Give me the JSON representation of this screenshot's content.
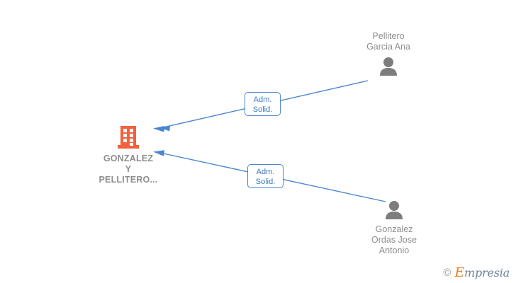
{
  "graph": {
    "type": "company-relationship-diagram",
    "company": {
      "name": "GONZALEZ\nY\nPELLITERO...",
      "icon": "building-icon",
      "icon_color": "#f4613c"
    },
    "people": [
      {
        "name": "Pellitero\nGarcia Ana",
        "icon": "person-icon",
        "icon_color": "#7d7d7d",
        "relation": "Adm.\nSolid."
      },
      {
        "name": "Gonzalez\nOrdas Jose\nAntonio",
        "icon": "person-icon",
        "icon_color": "#7d7d7d",
        "relation": "Adm.\nSolid."
      }
    ],
    "edges": [
      {
        "from": "Pellitero Garcia Ana",
        "to": "GONZALEZ Y PELLITERO...",
        "label": "Adm. Solid.",
        "color": "#4a86d0"
      },
      {
        "from": "Gonzalez Ordas Jose Antonio",
        "to": "GONZALEZ Y PELLITERO...",
        "label": "Adm. Solid.",
        "color": "#4a86d0"
      }
    ]
  },
  "watermark": {
    "copyright": "©",
    "brand_initial": "E",
    "brand_rest": "mpresia",
    "brand_color": "#f07c22",
    "text_color": "#6e8296"
  }
}
